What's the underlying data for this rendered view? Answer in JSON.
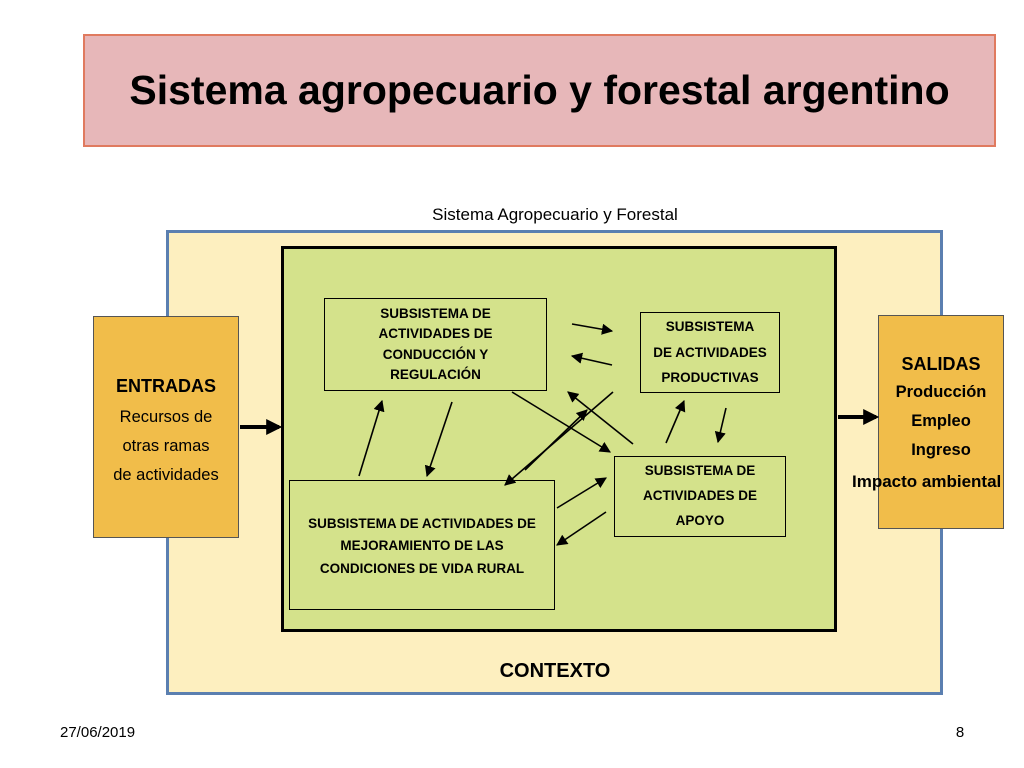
{
  "slide": {
    "title": "Sistema agropecuario y forestal argentino",
    "date": "27/06/2019",
    "page_number": "8"
  },
  "diagram": {
    "system_label": "Sistema Agropecuario y Forestal",
    "context_label": "CONTEXTO",
    "inputs": {
      "title": "ENTRADAS",
      "lines": [
        "Recursos de",
        "otras ramas",
        "de actividades"
      ]
    },
    "outputs": {
      "title": "SALIDAS",
      "lines": [
        "Producción",
        "Empleo",
        "Ingreso",
        "Impacto ambiental"
      ]
    },
    "subsystems": {
      "conduccion": [
        "SUBSISTEMA DE",
        "ACTIVIDADES DE",
        "CONDUCCIÓN Y",
        "REGULACIÓN"
      ],
      "productivas": [
        "SUBSISTEMA",
        "DE ACTIVIDADES",
        "PRODUCTIVAS"
      ],
      "apoyo": [
        "SUBSISTEMA DE",
        "ACTIVIDADES DE",
        "APOYO"
      ],
      "mejoramiento": [
        "SUBSISTEMA DE ACTIVIDADES DE",
        "MEJORAMIENTO DE LAS",
        "CONDICIONES DE VIDA RURAL"
      ]
    },
    "colors": {
      "title_fill": "#e7b7b9",
      "title_border": "#e07a5f",
      "context_fill": "#fdefbf",
      "context_border": "#5b7fb0",
      "system_fill": "#d4e28b",
      "io_fill": "#f1bd4a"
    }
  }
}
